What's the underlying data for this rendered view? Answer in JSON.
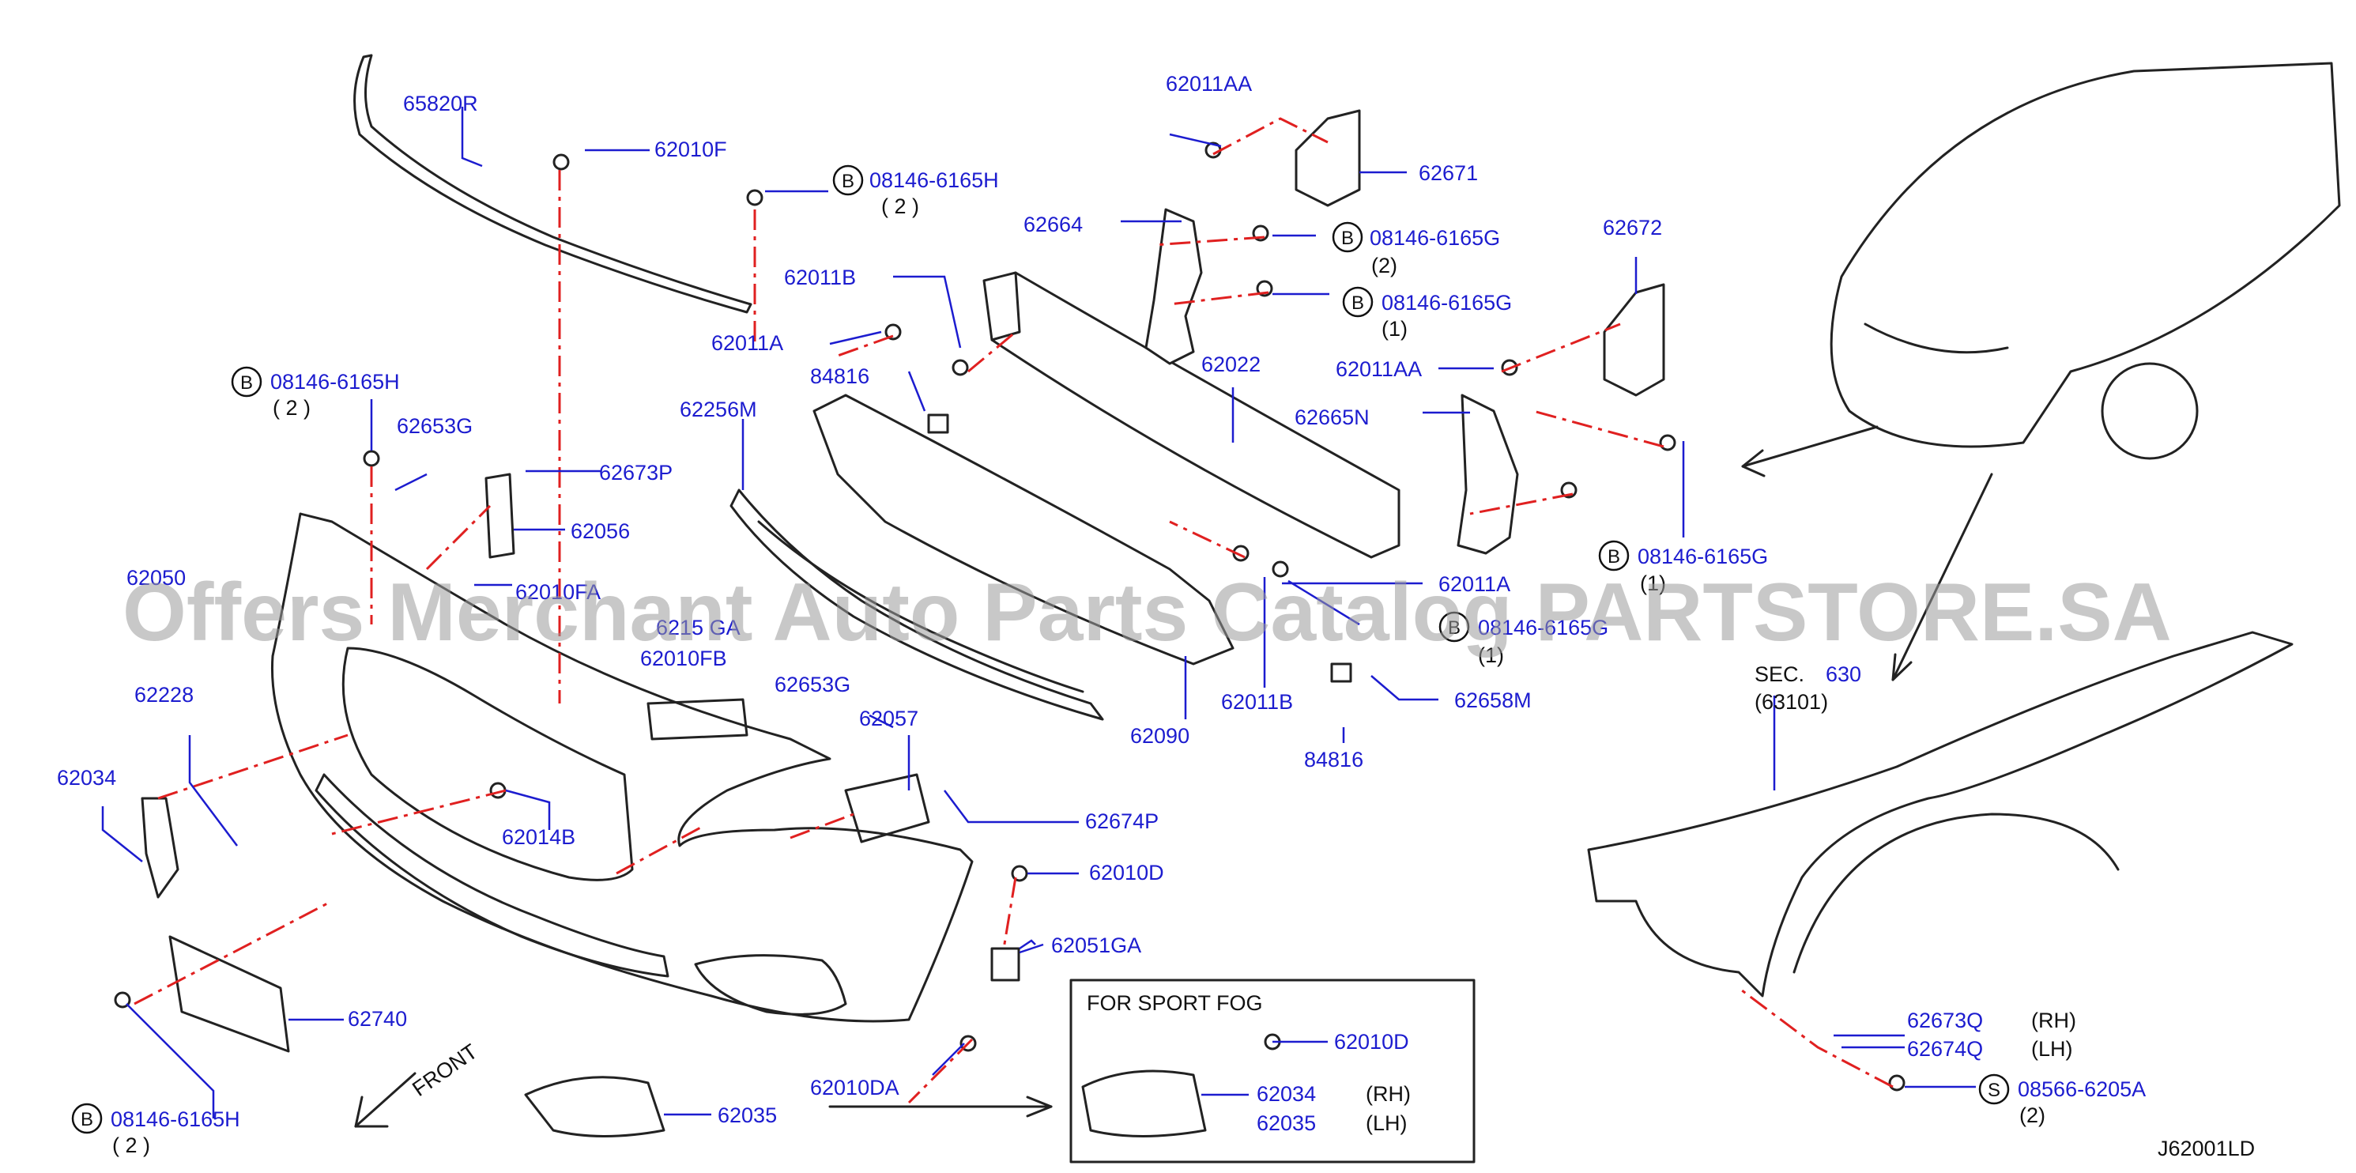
{
  "labels": {
    "p65820R": "65820R",
    "p62010F": "62010F",
    "b08146_top": "08146-6165H",
    "qty2_top": "( 2 )",
    "p62011AA_top": "62011AA",
    "p62671": "62671",
    "p62664": "62664",
    "b08146G_1": "08146-6165G",
    "qty_g1": "(2)",
    "b08146G_2": "08146-6165G",
    "qty_g2": "(1)",
    "p62672": "62672",
    "p62011B_top": "62011B",
    "p62011A_top": "62011A",
    "p62022": "62022",
    "p62011AA_mid": "62011AA",
    "p84816_top": "84816",
    "p62665N": "62665N",
    "p62256M": "62256M",
    "b08146_left": "08146-6165H",
    "qty2_left": "( 2 )",
    "p62653G_top": "62653G",
    "p62673P": "62673P",
    "p62056": "62056",
    "p62050": "62050",
    "p62010FA": "62010FA",
    "p6215GA": "6215 GA",
    "p62010FB": "62010FB",
    "p62653G_mid": "62653G",
    "p62057": "62057",
    "p62228": "62228",
    "p62034_left": "62034",
    "p62014B": "62014B",
    "p62674P": "62674P",
    "p62011A_mid": "62011A",
    "b08146G_3": "08146-6165G",
    "qty_g3": "(1)",
    "b08146G_4": "08146-6165G",
    "qty_g4": "(1)",
    "p62090": "62090",
    "p62011B_bot": "62011B",
    "p62658M": "62658M",
    "p84816_bot": "84816",
    "sec_label": "SEC.",
    "sec_num": "630",
    "sec_sub": "(63101)",
    "p62010D": "62010D",
    "p62051GA": "62051GA",
    "p62740": "62740",
    "p62010DA": "62010DA",
    "p62035": "62035",
    "b08146_bot": "08146-6165H",
    "qty2_bot": "( 2 )",
    "front": "FRONT",
    "sport_title": "FOR  SPORT  FOG",
    "sport_62010D": "62010D",
    "sport_62034": "62034",
    "sport_62035": "62035",
    "sport_rh": "(RH)",
    "sport_lh": "(LH)",
    "p62673Q": "62673Q",
    "p62674Q": "62674Q",
    "rh": "(RH)",
    "lh": "(LH)",
    "s08566": "08566-6205A",
    "qty_s": "(2)",
    "diagram_code": "J62001LD",
    "sym_b": "B",
    "sym_s": "S"
  },
  "watermark": "Offers Merchant Auto Parts Catalog PARTSTORE.SA",
  "colors": {
    "label": "#1c1ccf",
    "centerline": "#e02020",
    "line": "#222222",
    "watermark": "#9a9a9a"
  }
}
